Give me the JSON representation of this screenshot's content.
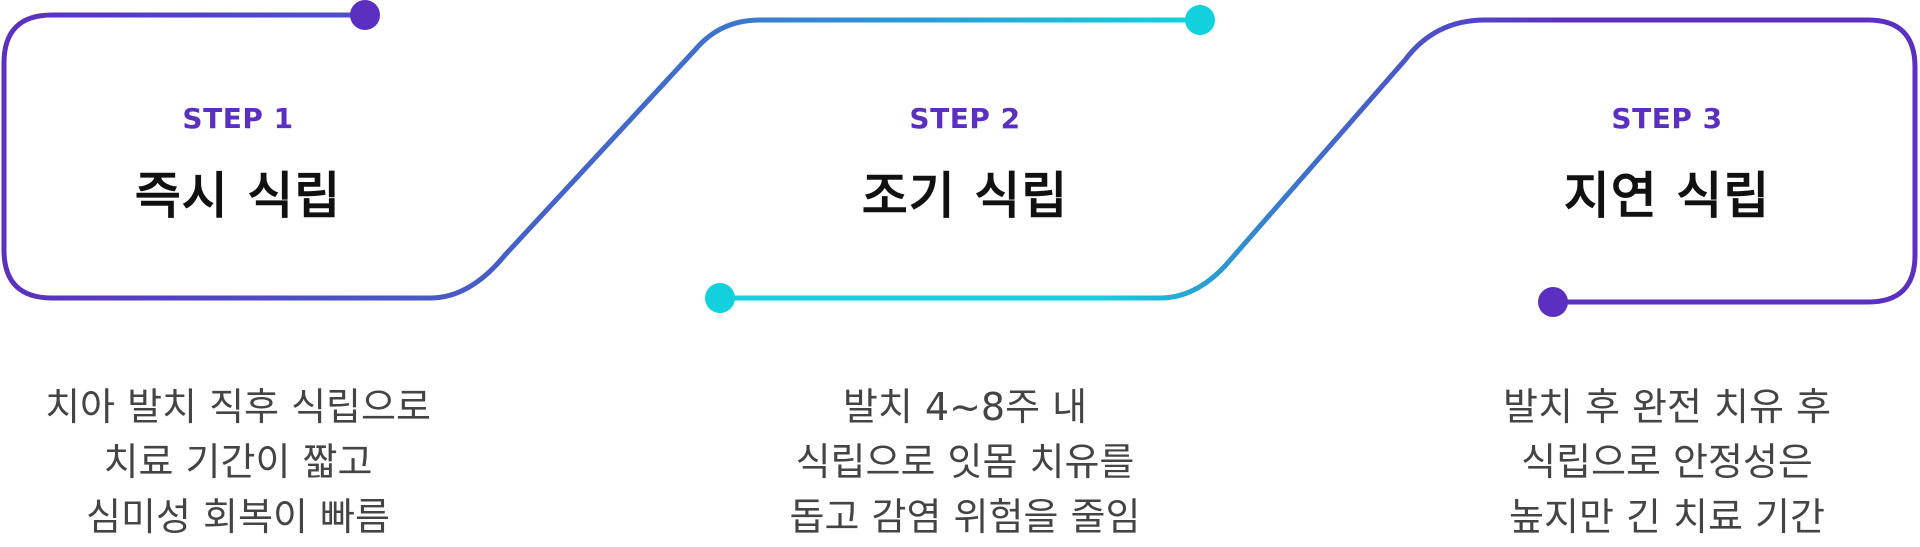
{
  "colors": {
    "purple": "#5b30c0",
    "blue": "#3f6fcb",
    "cyan": "#12d1dc",
    "title": "#111111",
    "text": "#444444"
  },
  "steps": [
    {
      "label": "STEP 1",
      "title": "즉시 식립",
      "lines": [
        "치아 발치 직후 식립으로",
        "치료 기간이 짧고",
        "심미성 회복이 빠름"
      ]
    },
    {
      "label": "STEP 2",
      "title": "조기 식립",
      "lines": [
        "발치 4~8주 내",
        "식립으로 잇몸 치유를",
        "돕고 감염 위험을 줄임"
      ]
    },
    {
      "label": "STEP 3",
      "title": "지연 식립",
      "lines": [
        "발치 후 완전 치유 후",
        "식립으로 안정성은",
        "높지만 긴 치료 기간"
      ]
    }
  ]
}
